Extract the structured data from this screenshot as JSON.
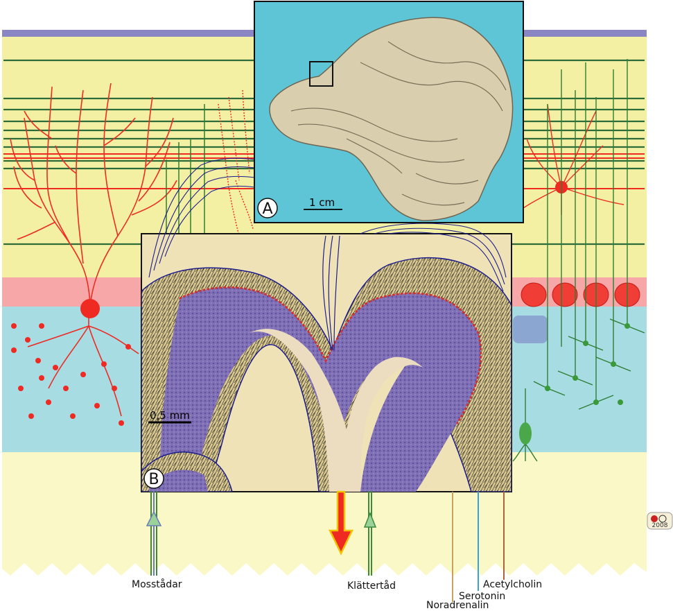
{
  "panels": {
    "a": {
      "letter": "A",
      "scale_bar": "1 cm"
    },
    "b": {
      "letter": "B",
      "scale_bar": "0,5 mm"
    }
  },
  "fibers": {
    "mossy": "Mosstådar",
    "climbing": "Klättertåd",
    "noradrenalin": "Noradrenalin",
    "serotonin": "Serotonin",
    "acetylcholin": "Acetylcholin"
  },
  "logo": {
    "year": "2008"
  },
  "colors": {
    "molecular_layer": "#f3f0a4",
    "purkinje_layer": "#f7a7a8",
    "granular_layer": "#a7dce3",
    "white_matter": "#fbf8c8",
    "top_strip": "#8a86c4",
    "neuron_red": "#ee2a22",
    "fiber_green": "#2e7d32",
    "axon_blue": "#1c1c8c",
    "photo_bg": "#5ec5d7"
  }
}
